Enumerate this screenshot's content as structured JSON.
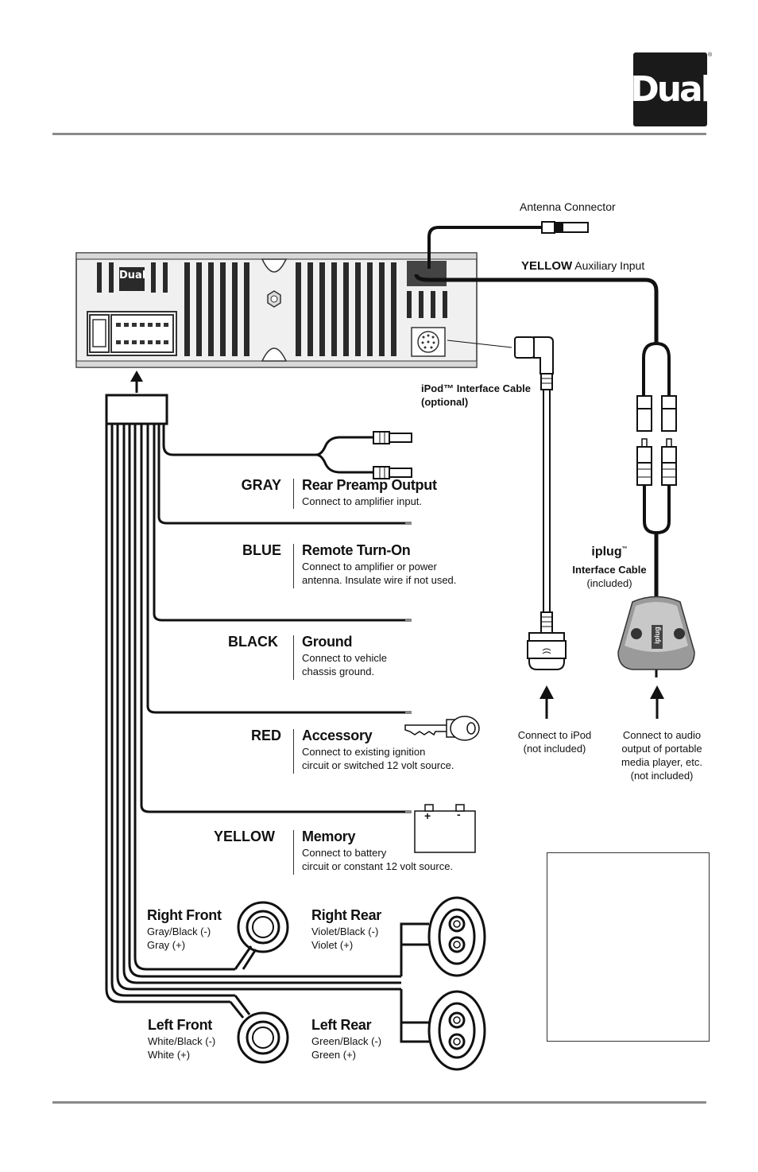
{
  "brand": {
    "logo_text": "Dual",
    "reg_mark": "®",
    "unit_badge": "Dual"
  },
  "antenna": {
    "label": "Antenna Connector"
  },
  "aux": {
    "color": "YELLOW",
    "label": "Auxiliary Input"
  },
  "ipod_cable": {
    "line1": "iPod™ Interface Cable",
    "line2": "(optional)"
  },
  "iplug": {
    "brand": "iplug",
    "tm": "™",
    "line1": "Interface Cable",
    "line2": "(included)",
    "module_badge": "iplug"
  },
  "connect_ipod": {
    "line1": "Connect to iPod",
    "line2": "(not included)"
  },
  "connect_audio": {
    "line1": "Connect to audio",
    "line2": "output of portable",
    "line3": "media player, etc.",
    "line4": "(not included)"
  },
  "wires": [
    {
      "color_name": "GRAY",
      "title": "Rear Preamp Output",
      "desc1": "Connect to amplifier input.",
      "desc2": ""
    },
    {
      "color_name": "BLUE",
      "title": "Remote Turn-On",
      "desc1": "Connect to amplifier or power",
      "desc2": "antenna. Insulate wire if not used."
    },
    {
      "color_name": "BLACK",
      "title": "Ground",
      "desc1": "Connect to vehicle",
      "desc2": "chassis ground."
    },
    {
      "color_name": "RED",
      "title": "Accessory",
      "desc1": "Connect to existing ignition",
      "desc2": "circuit or switched 12 volt source."
    },
    {
      "color_name": "YELLOW",
      "title": "Memory",
      "desc1": "Connect to battery",
      "desc2": "circuit or constant 12 volt source."
    }
  ],
  "battery": {
    "plus": "+",
    "minus": "-"
  },
  "speakers": {
    "right_front": {
      "title": "Right Front",
      "neg": "Gray/Black (-)",
      "pos": "Gray (+)"
    },
    "right_rear": {
      "title": "Right Rear",
      "neg": "Violet/Black (-)",
      "pos": "Violet (+)"
    },
    "left_front": {
      "title": "Left Front",
      "neg": "White/Black (-)",
      "pos": "White (+)"
    },
    "left_rear": {
      "title": "Left Rear",
      "neg": "Green/Black (-)",
      "pos": "Green (+)"
    }
  }
}
